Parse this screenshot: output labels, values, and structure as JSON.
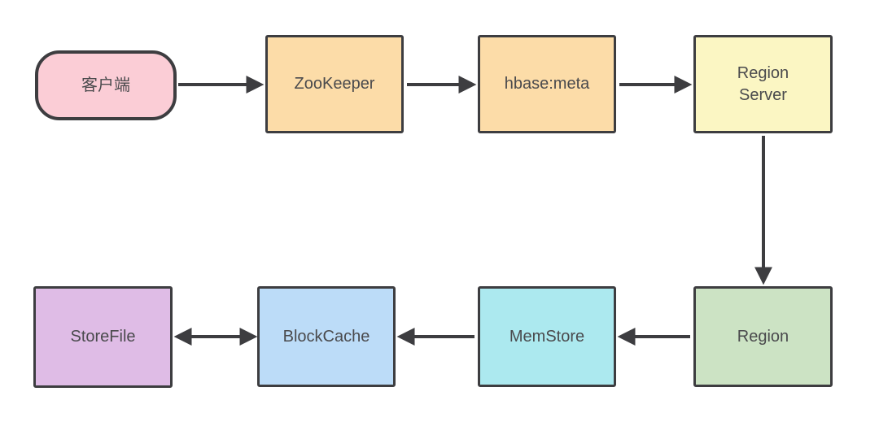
{
  "diagram": {
    "description_labels": {
      "client": "客户端",
      "zookeeper": "ZooKeeper",
      "hbase_meta": "hbase:meta",
      "region_server": "Region Server",
      "region": "Region",
      "memstore": "MemStore",
      "blockcache": "BlockCache",
      "storefile": "StoreFile"
    }
  },
  "nodes": {
    "client": {
      "label": "客户端",
      "shape": "pill",
      "fill": "#fbcdd6"
    },
    "zookeeper": {
      "label": "ZooKeeper",
      "shape": "rect",
      "fill": "#fcdca8"
    },
    "hbase_meta": {
      "label": "hbase:meta",
      "shape": "rect",
      "fill": "#fcdca8"
    },
    "region_server": {
      "label": "Region Server",
      "shape": "rect",
      "fill": "#fbf6c3"
    },
    "region": {
      "label": "Region",
      "shape": "rect",
      "fill": "#cce3c4"
    },
    "memstore": {
      "label": "MemStore",
      "shape": "rect",
      "fill": "#ace9ef"
    },
    "blockcache": {
      "label": "BlockCache",
      "shape": "rect",
      "fill": "#bcdcf8"
    },
    "storefile": {
      "label": "StoreFile",
      "shape": "rect",
      "fill": "#dfbce6"
    }
  },
  "edges": [
    {
      "from": "client",
      "to": "zookeeper",
      "bidirectional": false
    },
    {
      "from": "zookeeper",
      "to": "hbase_meta",
      "bidirectional": false
    },
    {
      "from": "hbase_meta",
      "to": "region_server",
      "bidirectional": false
    },
    {
      "from": "region_server",
      "to": "region",
      "bidirectional": false
    },
    {
      "from": "region",
      "to": "memstore",
      "bidirectional": false
    },
    {
      "from": "memstore",
      "to": "blockcache",
      "bidirectional": false
    },
    {
      "from": "blockcache",
      "to": "storefile",
      "bidirectional": true
    }
  ],
  "colors": {
    "background": "#ffffff",
    "stroke": "#3d3d40",
    "text": "#4a4a4d"
  }
}
